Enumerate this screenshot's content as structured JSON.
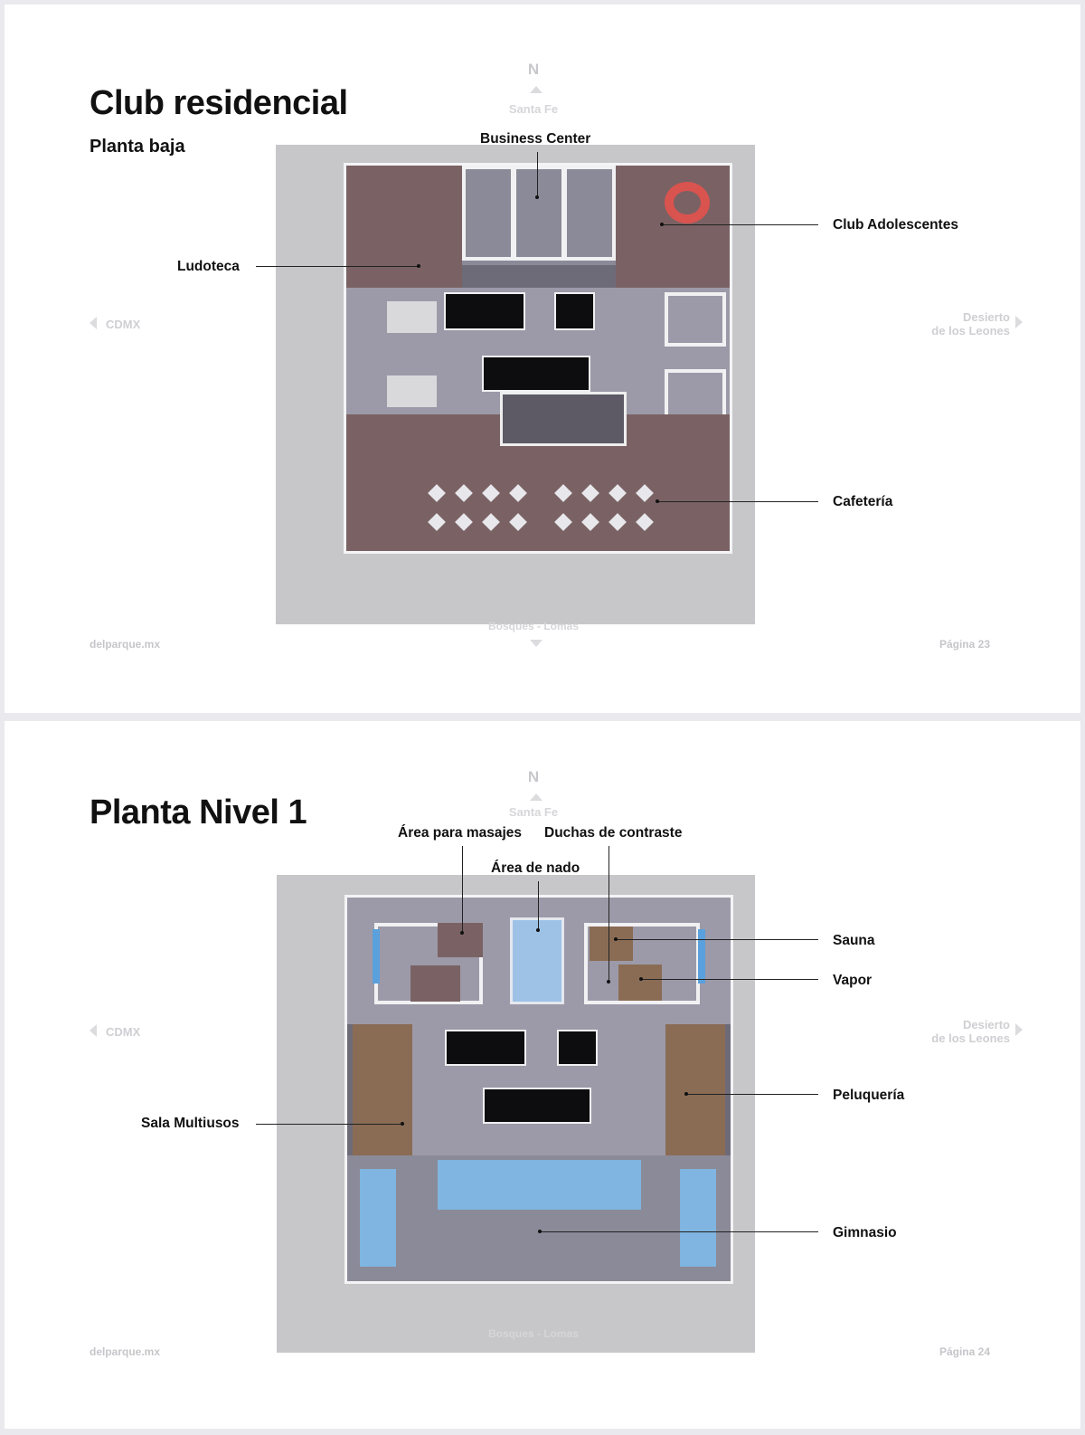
{
  "pages": [
    {
      "title": "Club residencial",
      "subtitle": "Planta baja",
      "compass": {
        "north": "N",
        "top": "Santa Fe",
        "bottom": "Bosques - Lomas",
        "left": "CDMX",
        "right_line1": "Desierto",
        "right_line2": "de los Leones"
      },
      "labels": {
        "business_center": "Business Center",
        "club_adolescentes": "Club Adolescentes",
        "ludoteca": "Ludoteca",
        "cafeteria": "Cafetería"
      },
      "footer": {
        "site": "delparque.mx",
        "page": "Página 23"
      }
    },
    {
      "title": "Planta Nivel 1",
      "compass": {
        "north": "N",
        "top": "Santa Fe",
        "bottom": "Bosques - Lomas",
        "left": "CDMX",
        "right_line1": "Desierto",
        "right_line2": "de los Leones"
      },
      "labels": {
        "area_masajes": "Área para masajes",
        "duchas": "Duchas de contraste",
        "area_nado": "Área de nado",
        "sauna": "Sauna",
        "vapor": "Vapor",
        "peluqueria": "Peluquería",
        "sala_multiusos": "Sala Multiusos",
        "gimnasio": "Gimnasio"
      },
      "footer": {
        "site": "delparque.mx",
        "page": "Página 24"
      }
    }
  ],
  "colors": {
    "plan_surround": "#c7c7c9",
    "floor_brown": "#7a6264",
    "corridor": "#9c9aa8",
    "pool": "#9dc2e6",
    "gym_accent": "#7fb5e0"
  }
}
